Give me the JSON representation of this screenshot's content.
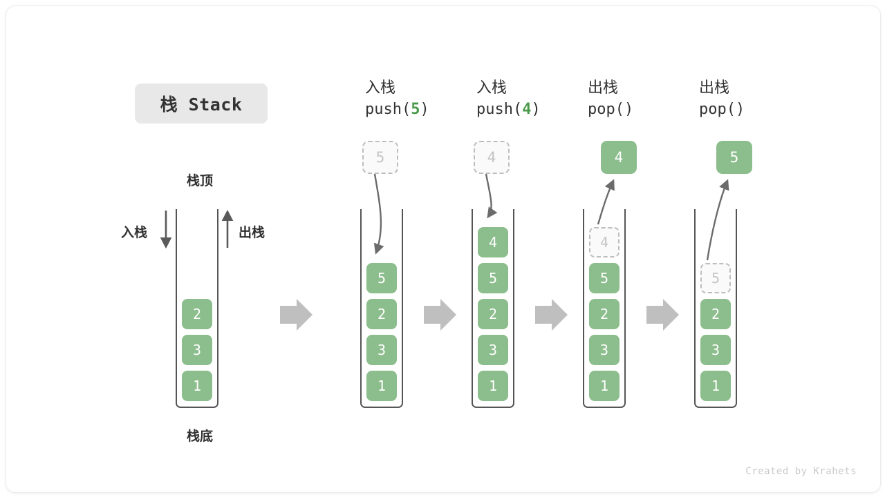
{
  "diagram": {
    "title": "栈 Stack",
    "top_label": "栈顶",
    "bottom_label": "栈底",
    "push_side_label": "入栈",
    "pop_side_label": "出栈",
    "credit": "Created by Krahets",
    "colors": {
      "element_green": "#8cbd8c",
      "ghost_border": "#bdbdbd",
      "ghost_text": "#c4c4c4",
      "tube_wall": "#555555",
      "flow_arrow": "#bfbfbf",
      "title_chip_bg": "#e8e8e8",
      "accent_code": "#4a9a4a"
    },
    "steps": [
      {
        "id": "initial",
        "head_cn": "",
        "head_code_pre": "",
        "head_code_arg": "",
        "head_code_post": "",
        "stack": [
          "2",
          "3",
          "1"
        ],
        "ghost_in_stack": null,
        "float_value": null,
        "float_kind": null,
        "arrow": null
      },
      {
        "id": "push-5",
        "head_cn": "入栈",
        "head_code_pre": "push(",
        "head_code_arg": "5",
        "head_code_post": ")",
        "stack": [
          "5",
          "2",
          "3",
          "1"
        ],
        "ghost_in_stack": null,
        "float_value": "5",
        "float_kind": "ghost",
        "arrow": "down"
      },
      {
        "id": "push-4",
        "head_cn": "入栈",
        "head_code_pre": "push(",
        "head_code_arg": "4",
        "head_code_post": ")",
        "stack": [
          "4",
          "5",
          "2",
          "3",
          "1"
        ],
        "ghost_in_stack": null,
        "float_value": "4",
        "float_kind": "ghost",
        "arrow": "down"
      },
      {
        "id": "pop-4",
        "head_cn": "出栈",
        "head_code_pre": "pop(",
        "head_code_arg": "",
        "head_code_post": ")",
        "stack": [
          "5",
          "2",
          "3",
          "1"
        ],
        "ghost_in_stack": "4",
        "float_value": "4",
        "float_kind": "filled",
        "arrow": "up"
      },
      {
        "id": "pop-5",
        "head_cn": "出栈",
        "head_code_pre": "pop(",
        "head_code_arg": "",
        "head_code_post": ")",
        "stack": [
          "2",
          "3",
          "1"
        ],
        "ghost_in_stack": "5",
        "float_value": "5",
        "float_kind": "filled",
        "arrow": "up"
      }
    ],
    "flow_arrows": 4
  }
}
